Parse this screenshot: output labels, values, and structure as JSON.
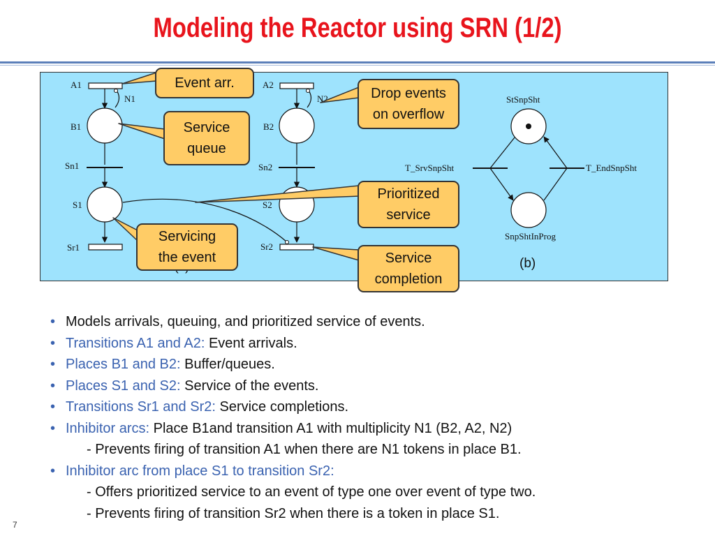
{
  "title": "Modeling the Reactor using SRN (1/2)",
  "diagram": {
    "labels": {
      "a1": "A1",
      "n1": "N1",
      "b1": "B1",
      "sn1": "Sn1",
      "s1": "S1",
      "sr1": "Sr1",
      "a2": "A2",
      "n2": "N2",
      "b2": "B2",
      "sn2": "Sn2",
      "s2": "S2",
      "sr2": "Sr2",
      "stsnpsht": "StSnpSht",
      "t_srvsnpsht": "T_SrvSnpSht",
      "t_endsnpsht": "T_EndSnpSht",
      "snpshtinprog": "SnpShtInProg",
      "part_a": "(a)",
      "part_b": "(b)"
    },
    "callouts": {
      "event_arr": "Event arr.",
      "service_queue": [
        "Service",
        "queue"
      ],
      "drop_events": [
        "Drop events",
        "on overflow"
      ],
      "prioritized": [
        "Prioritized",
        "service"
      ],
      "servicing": [
        "Servicing",
        "the event"
      ],
      "completion": [
        "Service",
        "completion"
      ]
    },
    "colors": {
      "background": "#9ee3fd",
      "callout": "#ffcc66"
    }
  },
  "bullets": [
    {
      "highlight": "",
      "text": "Models arrivals, queuing, and prioritized service of events."
    },
    {
      "highlight": "Transitions A1 and A2:",
      "text": " Event arrivals."
    },
    {
      "highlight": "Places B1 and B2:",
      "text": " Buffer/queues."
    },
    {
      "highlight": "Places S1 and S2:",
      "text": " Service of the events."
    },
    {
      "highlight": "Transitions Sr1 and Sr2:",
      "text": " Service completions."
    },
    {
      "highlight": "Inhibitor arcs:",
      "text": " Place B1and transition A1 with multiplicity N1 (B2, A2, N2)"
    }
  ],
  "sub1": "- Prevents firing of transition A1 when there are N1 tokens in place B1.",
  "bullet7": {
    "highlight": "Inhibitor arc from place S1 to transition Sr2:",
    "text": ""
  },
  "sub2": "- Offers prioritized service to an event of type one over event of type two.",
  "sub3": "- Prevents firing of transition Sr2 when there is a token in place S1.",
  "page_number": "7"
}
